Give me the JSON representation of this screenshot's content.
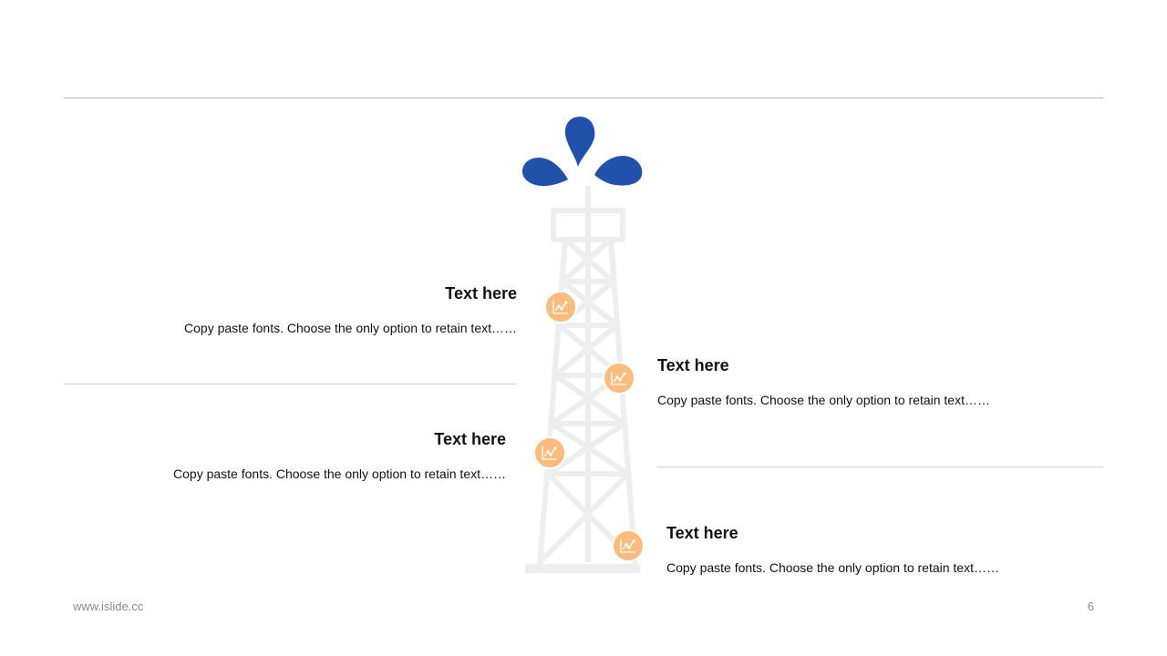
{
  "items": [
    {
      "title": "Text here",
      "body": "Copy paste fonts. Choose the only option to retain text……",
      "icon": "chart-icon"
    },
    {
      "title": "Text here",
      "body": "Copy paste fonts. Choose the only option to retain text……",
      "icon": "chart-icon"
    },
    {
      "title": "Text here",
      "body": "Copy paste fonts. Choose the only option to retain text……",
      "icon": "chart-icon"
    },
    {
      "title": "Text here",
      "body": "Copy paste fonts. Choose the only option to retain text……",
      "icon": "chart-icon"
    }
  ],
  "footer": {
    "url": "www.islide.cc",
    "page_number": "6"
  },
  "colors": {
    "accent_blue": "#2152ab",
    "marker_orange": "#fbbc7e",
    "tower_gray": "#eeeeee"
  }
}
